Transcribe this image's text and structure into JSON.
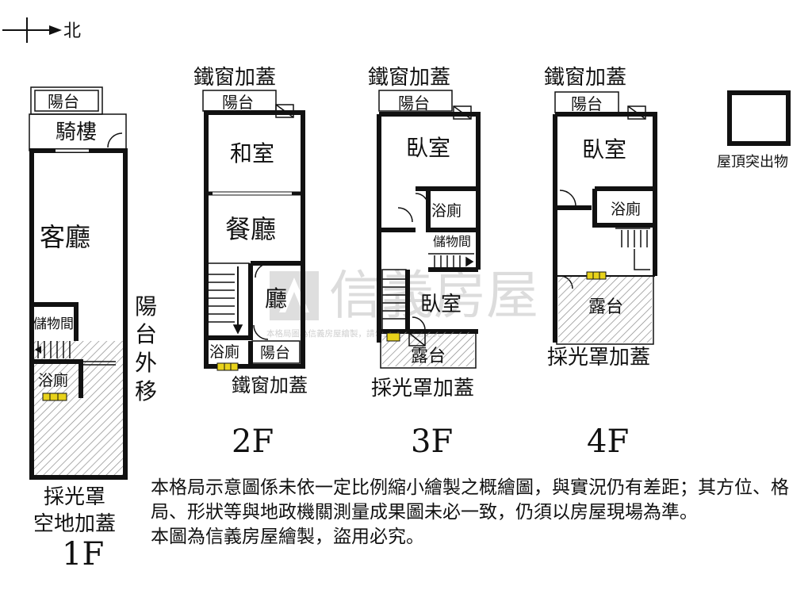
{
  "compass": {
    "direction": "北"
  },
  "floors": {
    "f1": {
      "label": "1F",
      "caption_line1": "採光罩",
      "caption_line2": "空地加蓋",
      "rooms": {
        "balcony": "陽台",
        "arcade": "騎樓",
        "living_room": "客廳",
        "storage": "儲物間",
        "bathroom": "浴廁"
      },
      "side_note": [
        "陽",
        "台",
        "外",
        "移"
      ]
    },
    "f2": {
      "label": "2F",
      "top_note": "鐵窗加蓋",
      "bottom_note": "鐵窗加蓋",
      "rooms": {
        "balcony_front": "陽台",
        "japanese_room": "和室",
        "dining_room": "餐廳",
        "hall": "廳",
        "bathroom": "浴廁",
        "balcony_back": "陽台"
      }
    },
    "f3": {
      "label": "3F",
      "top_note": "鐵窗加蓋",
      "bottom_note": "採光罩加蓋",
      "rooms": {
        "balcony": "陽台",
        "bedroom_front": "臥室",
        "bathroom": "浴廁",
        "storage": "儲物間",
        "bedroom_back": "臥室",
        "terrace": "露台"
      }
    },
    "f4": {
      "label": "4F",
      "top_note": "鐵窗加蓋",
      "bottom_note": "採光罩加蓋",
      "rooms": {
        "balcony": "陽台",
        "bedroom": "臥室",
        "bathroom": "浴廁",
        "terrace": "露台"
      }
    }
  },
  "legend": {
    "roof_protrusion": "屋頂突出物"
  },
  "watermark": {
    "brand": "信義房屋",
    "small_text": "本格局圖為信義房屋繪製，請勿盜用，違者必究"
  },
  "disclaimer": {
    "line1": "本格局示意圖係未依一定比例縮小繪製之概繪圖，與實況仍有差距；其方位、格局、形狀等與地政機關測量成果圖未必一致，仍須以房屋現場為準。",
    "line2": "本圖為信義房屋繪製，盜用必究。"
  },
  "colors": {
    "wall": "#111111",
    "window_marker": "#e8d21a",
    "watermark": "#d9d9d9",
    "hatch": "#888888"
  }
}
